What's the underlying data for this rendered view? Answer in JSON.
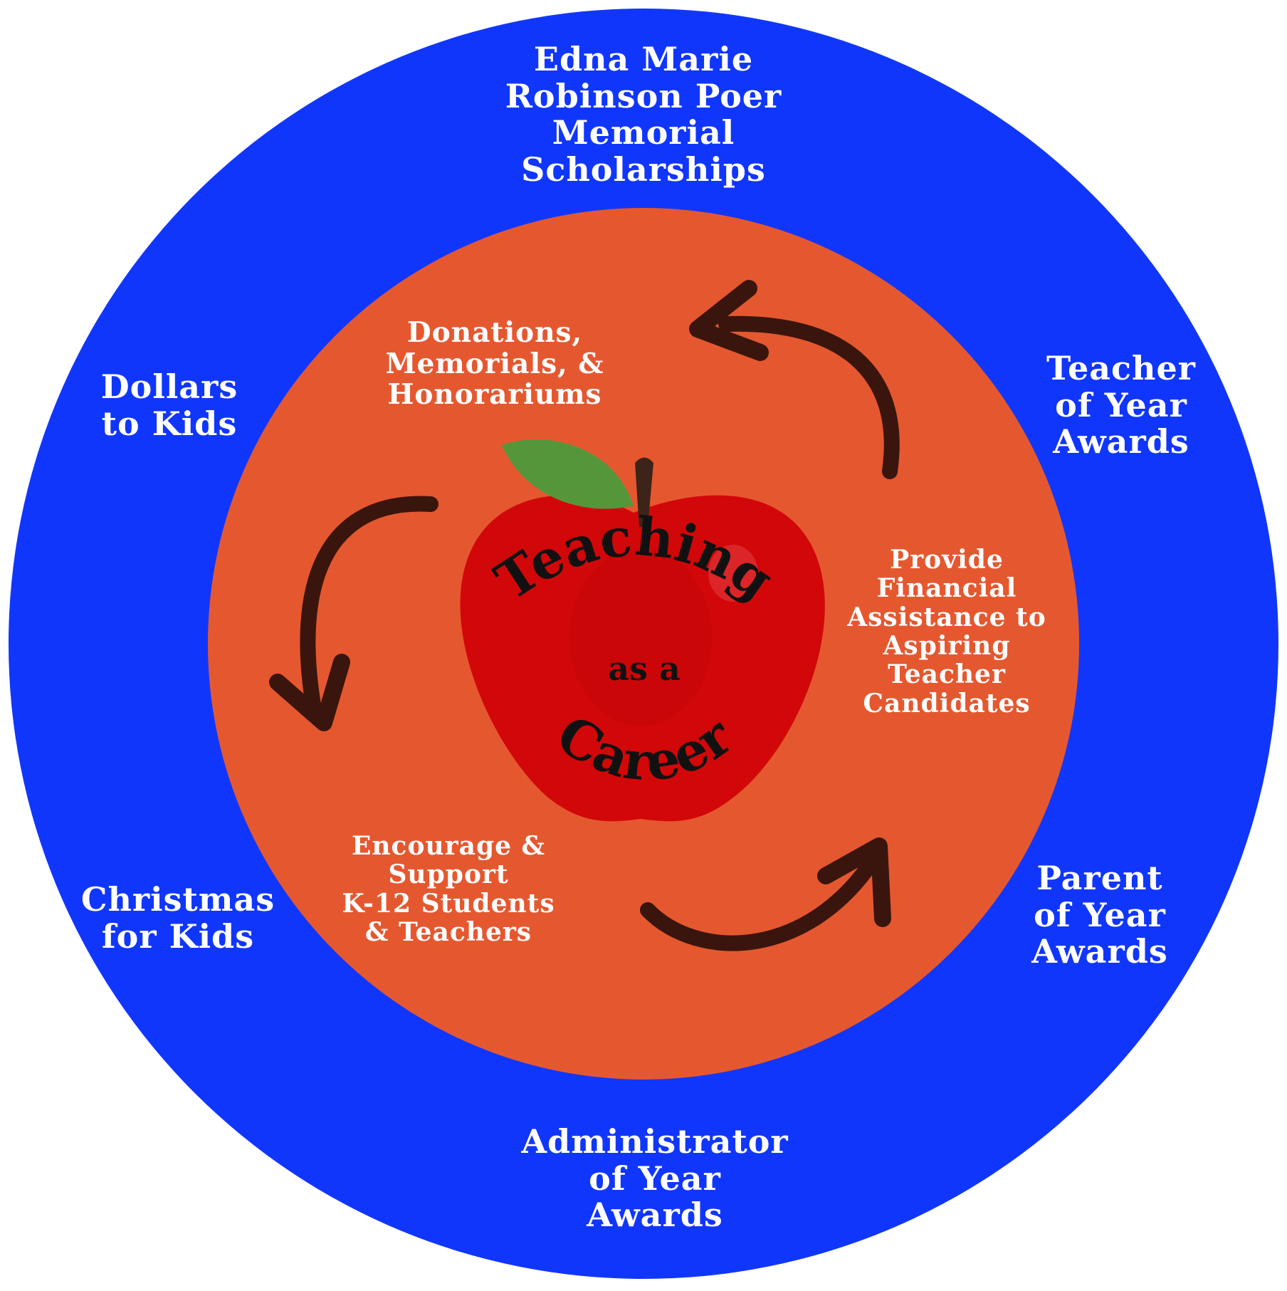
{
  "colors": {
    "outer_ring": "#1136fb",
    "inner_circle": "#e5582f",
    "apple": "#d20709",
    "leaf": "#56963a",
    "stem": "#3c2418",
    "arrow": "#3a150d",
    "label_text": "#ffffff",
    "apple_text": "#111111"
  },
  "outer_labels": {
    "top": "Edna Marie\nRobinson Poer\nMemorial\nScholarships",
    "upper_left": "Dollars\nto Kids",
    "upper_right": "Teacher\nof Year\nAwards",
    "lower_left": "Christmas\nfor Kids",
    "lower_right": "Parent\nof Year\nAwards",
    "bottom": "Administrator\nof Year\nAwards"
  },
  "inner_labels": {
    "top": "Donations,\nMemorials, &\nHonorariums",
    "right": "Provide\nFinancial\nAssistance to\nAspiring\nTeacher\nCandidates",
    "bottom_left": "Encourage &\nSupport\nK-12 Students\n& Teachers"
  },
  "apple_text": {
    "top": "Teaching",
    "middle": "as a",
    "bottom": "Career"
  },
  "icons": [
    "apple-icon",
    "leaf-icon",
    "cycle-arrow-icon"
  ]
}
